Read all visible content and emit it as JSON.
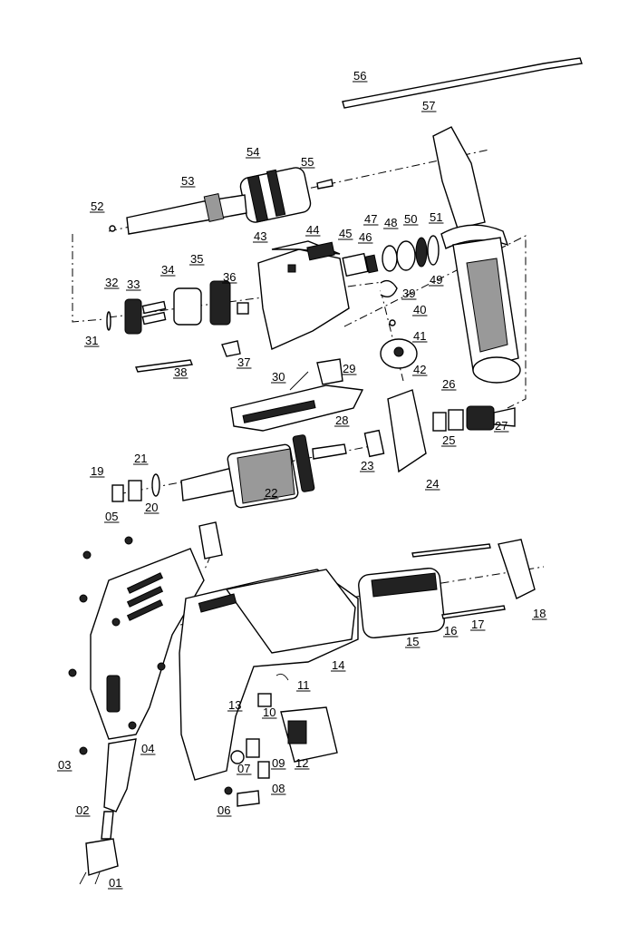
{
  "diagram": {
    "callouts": [
      "01",
      "02",
      "03",
      "04",
      "05",
      "06",
      "07",
      "08",
      "09",
      "10",
      "11",
      "12",
      "13",
      "14",
      "15",
      "16",
      "17",
      "18",
      "19",
      "20",
      "21",
      "22",
      "23",
      "24",
      "25",
      "26",
      "27",
      "28",
      "29",
      "30",
      "31",
      "32",
      "33",
      "34",
      "35",
      "36",
      "37",
      "38",
      "39",
      "40",
      "41",
      "42",
      "43",
      "44",
      "45",
      "46",
      "47",
      "48",
      "49",
      "50",
      "51",
      "52",
      "53",
      "54",
      "55",
      "56",
      "57"
    ]
  }
}
